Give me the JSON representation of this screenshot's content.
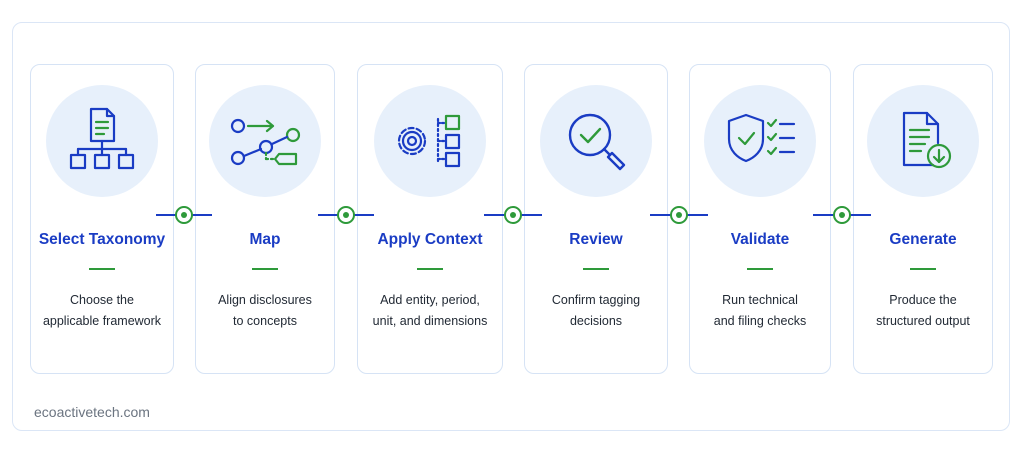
{
  "steps": [
    {
      "title": "Select Taxonomy",
      "desc": [
        "Choose the",
        "applicable framework"
      ],
      "icon": "document-hierarchy-icon"
    },
    {
      "title": "Map",
      "desc": [
        "Align disclosures",
        "to concepts"
      ],
      "icon": "node-mapping-icon"
    },
    {
      "title": "Apply Context",
      "desc": [
        "Add entity, period,",
        "unit, and dimensions"
      ],
      "icon": "gear-checklist-icon"
    },
    {
      "title": "Review",
      "desc": [
        "Confirm tagging",
        "decisions"
      ],
      "icon": "magnifier-check-icon"
    },
    {
      "title": "Validate",
      "desc": [
        "Run technical",
        "and filing checks"
      ],
      "icon": "shield-checklist-icon"
    },
    {
      "title": "Generate",
      "desc": [
        "Produce the",
        "structured output"
      ],
      "icon": "document-download-icon"
    }
  ],
  "footer": "ecoactivetech.com",
  "colors": {
    "primary": "#1a3cc4",
    "accent": "#2e9a3a",
    "icon_bg": "#e7f0fb",
    "border": "#d6e3f5"
  }
}
